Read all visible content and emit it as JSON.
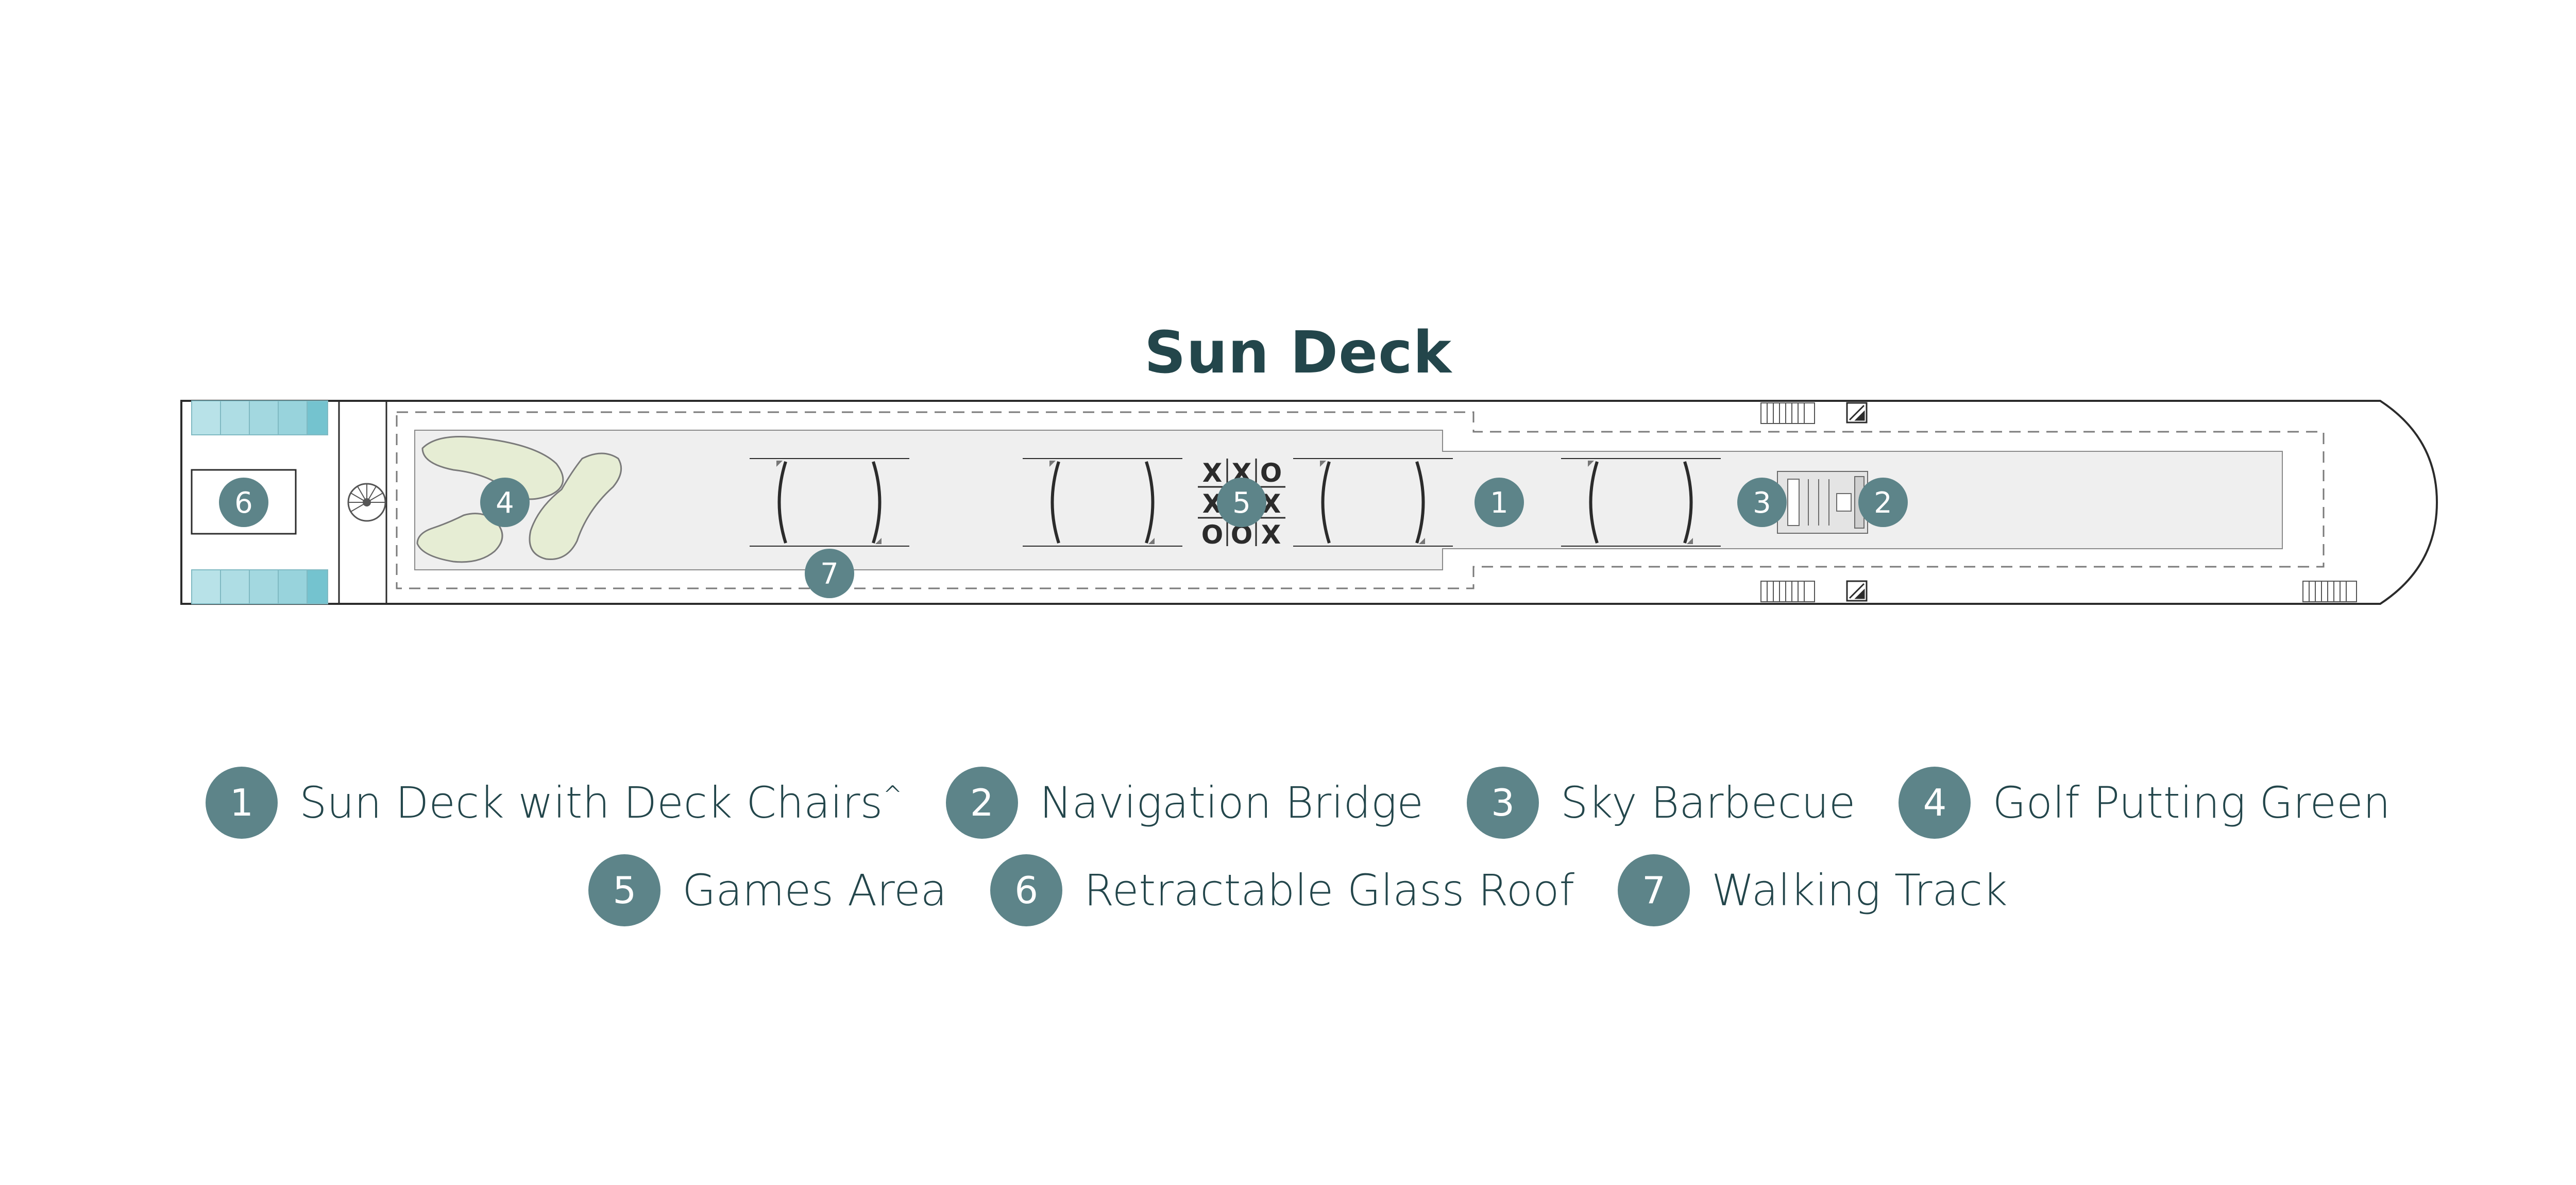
{
  "title": "Sun Deck",
  "colors": {
    "title": "#23464b",
    "badge": "#5d8489",
    "text": "#23464b",
    "deck_fill": "#efefef",
    "putting_green": "#e6edd4",
    "glass_roof": "#8fd0da",
    "outline": "#2b2b2b"
  },
  "map_markers": [
    "1",
    "2",
    "3",
    "4",
    "5",
    "6",
    "7"
  ],
  "games_board": [
    "X",
    "X",
    "O",
    "X",
    "X",
    "O",
    "O",
    "X"
  ],
  "legend": [
    {
      "number": "1",
      "label": "Sun Deck with Deck Chairs",
      "sup": "^"
    },
    {
      "number": "2",
      "label": "Navigation Bridge",
      "sup": ""
    },
    {
      "number": "3",
      "label": "Sky Barbecue",
      "sup": ""
    },
    {
      "number": "4",
      "label": "Golf Putting Green",
      "sup": ""
    },
    {
      "number": "5",
      "label": "Games Area",
      "sup": ""
    },
    {
      "number": "6",
      "label": "Retractable Glass Roof",
      "sup": ""
    },
    {
      "number": "7",
      "label": "Walking Track",
      "sup": ""
    }
  ]
}
